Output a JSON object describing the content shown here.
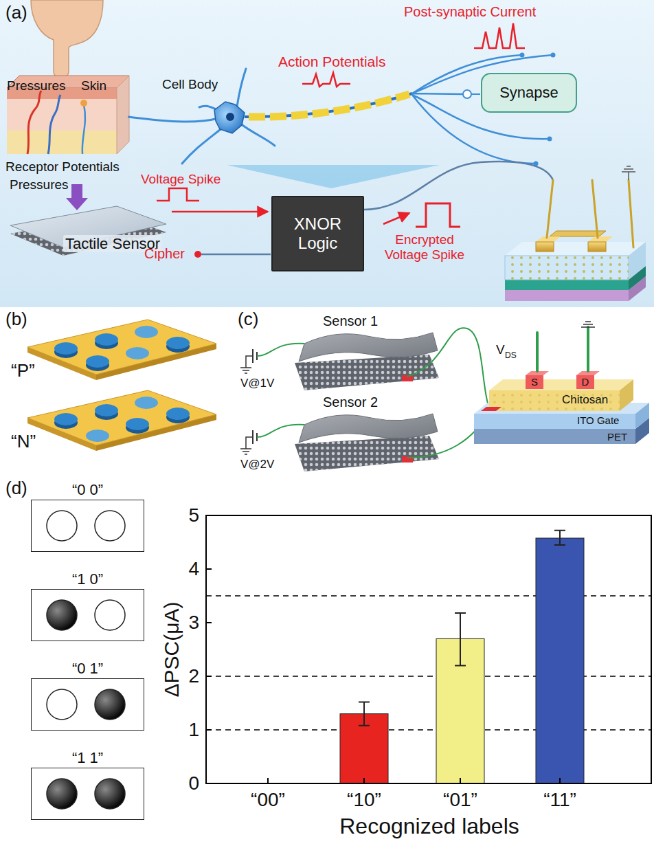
{
  "diagram": {
    "nodes": [
      {
        "text": [
          "Synapse"
        ]
      },
      {
        "text": [
          "XNOR Logic"
        ]
      },
      {
        "text": [
          "“0 0”"
        ]
      },
      {
        "text": [
          "“1 0”"
        ]
      },
      {
        "text": [
          "“0 1”"
        ]
      },
      {
        "text": [
          "“1 1”"
        ]
      }
    ],
    "labels": [
      "(a)",
      "Pressures",
      "Skin",
      "Receptor Potentials",
      "Cell Body",
      "Action Potentials",
      "Post-synaptic Current",
      "Pressures",
      "Voltage Spike",
      "Tactile Sensor",
      "Cipher",
      "Encrypted Voltage Spike",
      "(b)",
      "“P”",
      "“N”",
      "(c)",
      "Sensor 1",
      "Sensor 2",
      "V@1V",
      "V@2V",
      "V",
      "DS",
      "S",
      "D",
      "Chitosan",
      "ITO Gate",
      "PET",
      "(d)",
      "0",
      "1",
      "2",
      "3",
      "4",
      "5",
      "ΔPSC(μA)",
      "“00”",
      "“10”",
      "“01”",
      "“11”",
      "Recognized labels"
    ]
  }
}
